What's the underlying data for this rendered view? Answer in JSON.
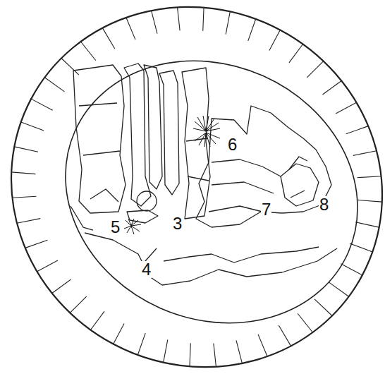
{
  "diagram": {
    "labels": [
      "6",
      "5",
      "3",
      "7",
      "8",
      "4"
    ]
  }
}
